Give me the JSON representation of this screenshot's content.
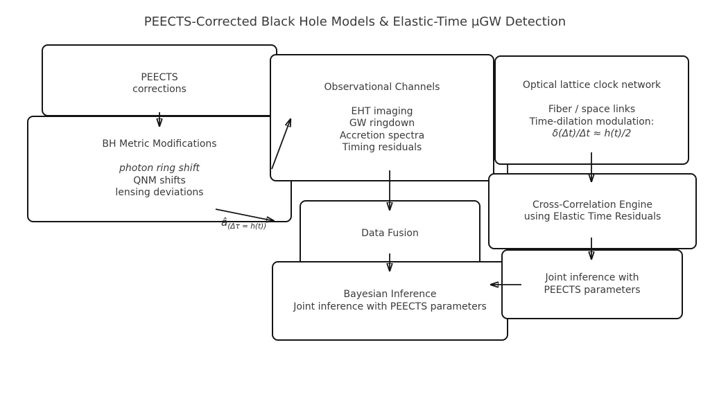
{
  "title": "PEECTS-Corrected Black Hole Models & Elastic-Time μGW Detection",
  "colors": {
    "background": "#ffffff",
    "box_fill": "#ffffff",
    "box_border": "#141414",
    "text": "#3a3a3a",
    "arrow": "#141414"
  },
  "nodes": {
    "peects": {
      "lines": [
        "PEECTS",
        "corrections"
      ]
    },
    "bh": {
      "lines": [
        "BH Metric Modifications",
        "",
        "photon ring shift",
        "QNM shifts",
        "lensing deviations"
      ]
    },
    "observational": {
      "lines": [
        "Observational Channels",
        "",
        "EHT imaging",
        "GW ringdown",
        "Accretion spectra",
        "Timing residuals"
      ]
    },
    "optical": {
      "lines": [
        "Optical lattice clock network",
        "",
        "Fiber / space links",
        "Time-dilation modulation:",
        "δ(Δt)/Δt ≈ h(t)/2"
      ]
    },
    "crosscorr": {
      "lines": [
        "Cross-Correlation Engine",
        "using Elastic Time Residuals"
      ]
    },
    "fusion": {
      "lines": [
        "Data Fusion"
      ]
    },
    "bayesian": {
      "lines": [
        "Bayesian Inference",
        "Joint inference with PEECTS parameters"
      ]
    },
    "joint": {
      "lines": [
        "Joint inference with",
        "PEECTS parameters"
      ]
    }
  },
  "annotations": {
    "a_hat": {
      "base": "â",
      "subscript": "(Δτ = h(t))"
    }
  }
}
